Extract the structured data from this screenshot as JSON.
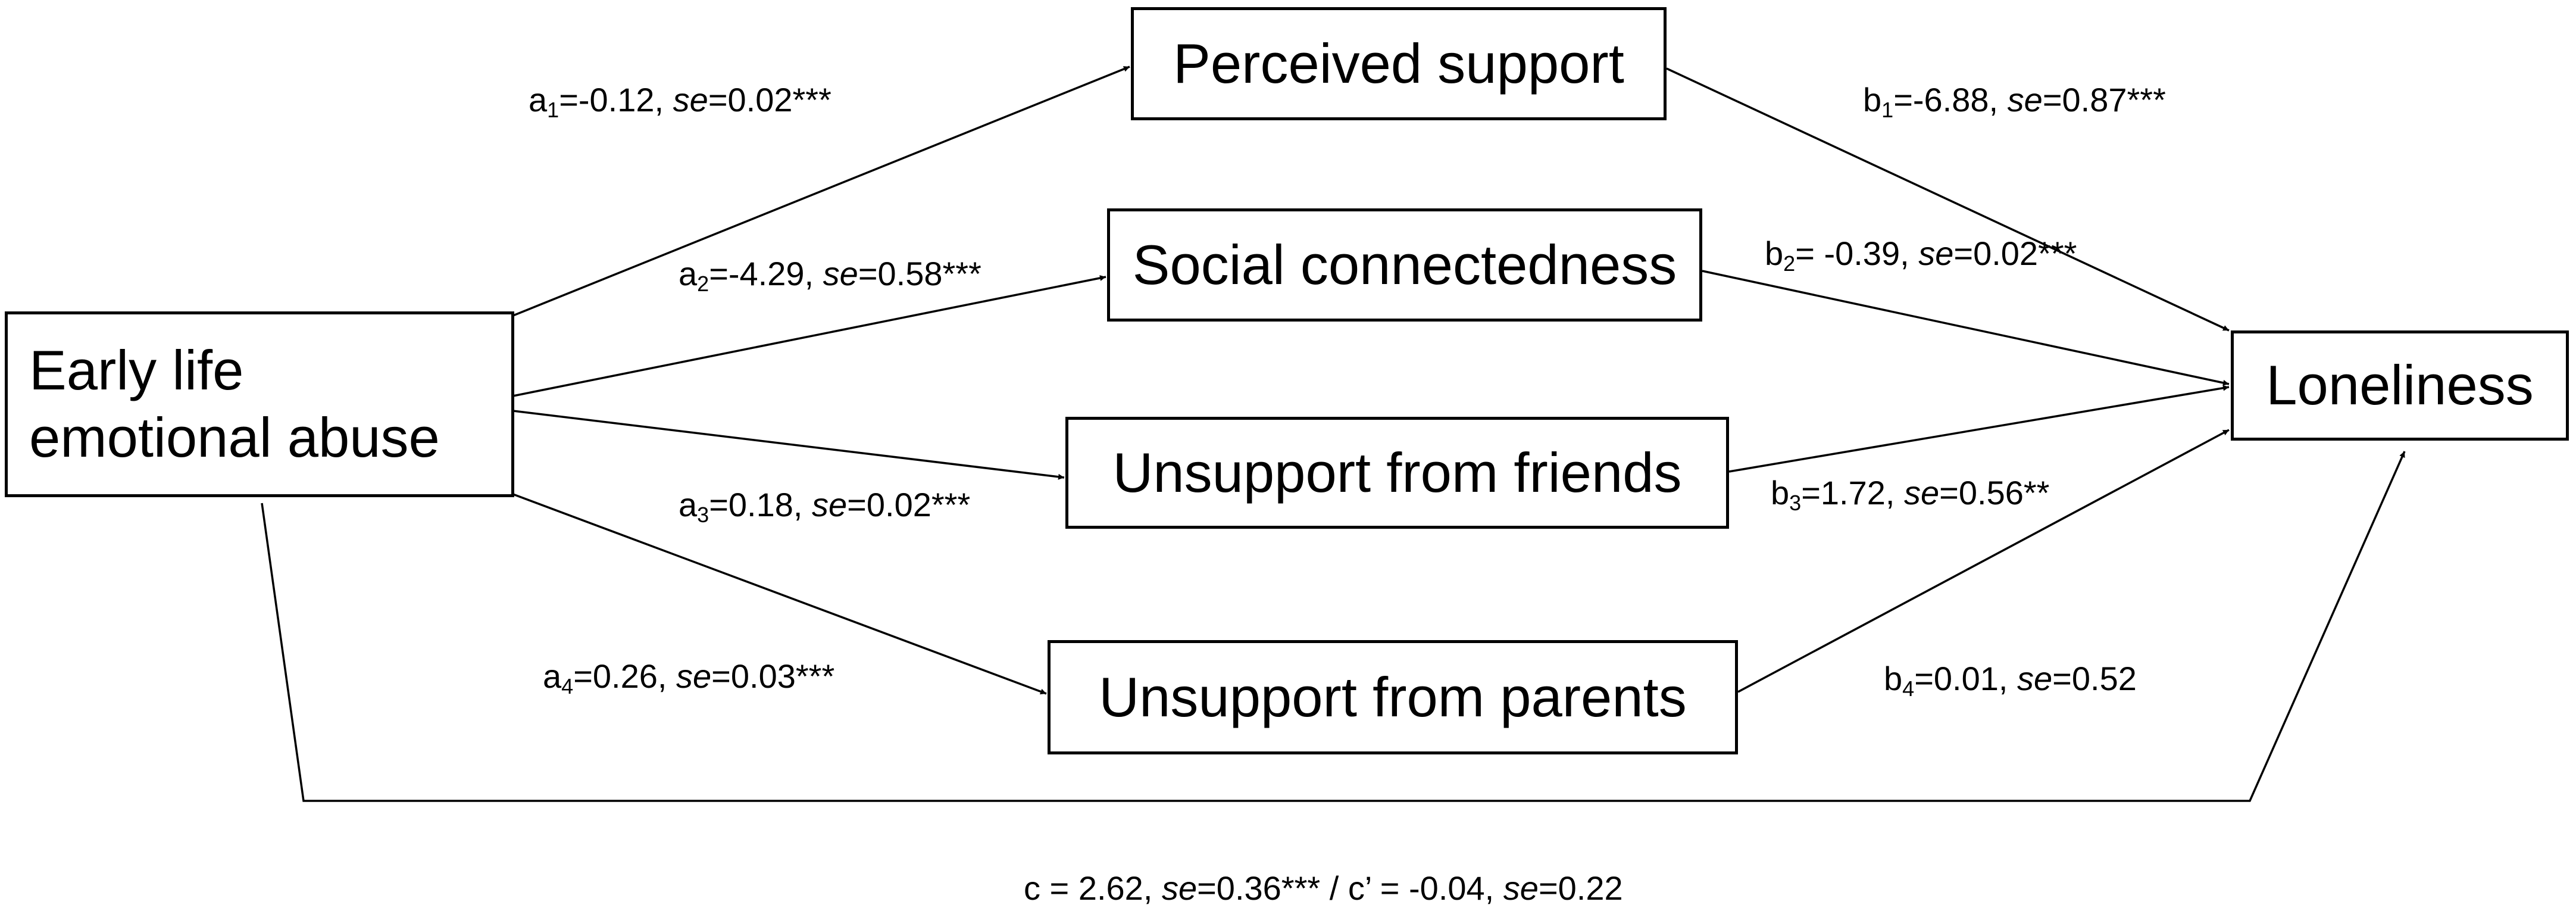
{
  "nodes": {
    "abuse": "Early life\nemotional abuse",
    "perceived": "Perceived support",
    "social": "Social connectedness",
    "friends": "Unsupport from friends",
    "parents": "Unsupport from parents",
    "loneliness": "Loneliness"
  },
  "paths": {
    "a1": {
      "letter": "a",
      "sub": "1",
      "coef": "=-0.12, ",
      "se_label": "se",
      "se": "=0.02***"
    },
    "a2": {
      "letter": "a",
      "sub": "2",
      "coef": "=-4.29, ",
      "se_label": "se",
      "se": "=0.58***"
    },
    "a3": {
      "letter": "a",
      "sub": "3",
      "coef": "=0.18, ",
      "se_label": "se",
      "se": "=0.02***"
    },
    "a4": {
      "letter": "a",
      "sub": "4",
      "coef": "=0.26, ",
      "se_label": "se",
      "se": "=0.03***"
    },
    "b1": {
      "letter": "b",
      "sub": "1",
      "coef": "=-6.88, ",
      "se_label": "se",
      "se": "=0.87***"
    },
    "b2": {
      "letter": "b",
      "sub": "2",
      "coef": "= -0.39, ",
      "se_label": "se",
      "se": "=0.02***"
    },
    "b3": {
      "letter": "b",
      "sub": "3",
      "coef": "=1.72, ",
      "se_label": "se",
      "se": "=0.56**"
    },
    "b4": {
      "letter": "b",
      "sub": "4",
      "coef": "=0.01, ",
      "se_label": "se",
      "se": "=0.52"
    },
    "c": {
      "text1": "c = 2.62, ",
      "se_label1": "se",
      "text2": "=0.36*** / c’ = -0.04, ",
      "se_label2": "se",
      "text3": "=0.22"
    }
  }
}
